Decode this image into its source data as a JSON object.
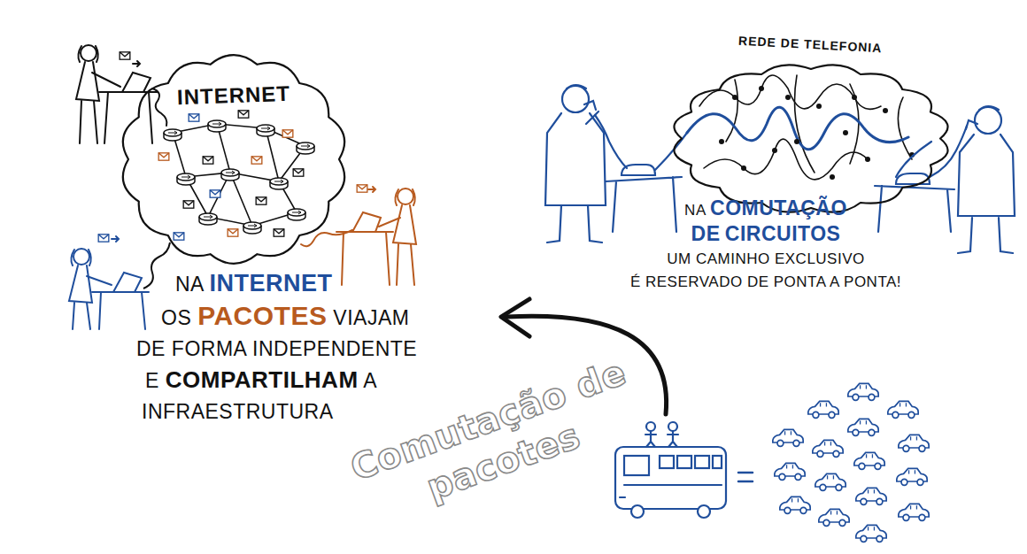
{
  "diagram": {
    "nodes": [
      {
        "text": [
          "INTERNET"
        ]
      },
      {
        "text": [
          "REDE DE TELEFONIA"
        ]
      }
    ],
    "labels": [
      "NA INTERNET OS PACOTES VIAJAM DE FORMA INDEPENDENTE E COMPARTILHAM A INFRAESTRUTURA",
      "NA COMUTAÇÃO DE CIRCUITOS UM CAMINHO EXCLUSIVO É RESERVADO DE PONTA A PONTA!",
      "Comutação de pacotes"
    ]
  }
}
